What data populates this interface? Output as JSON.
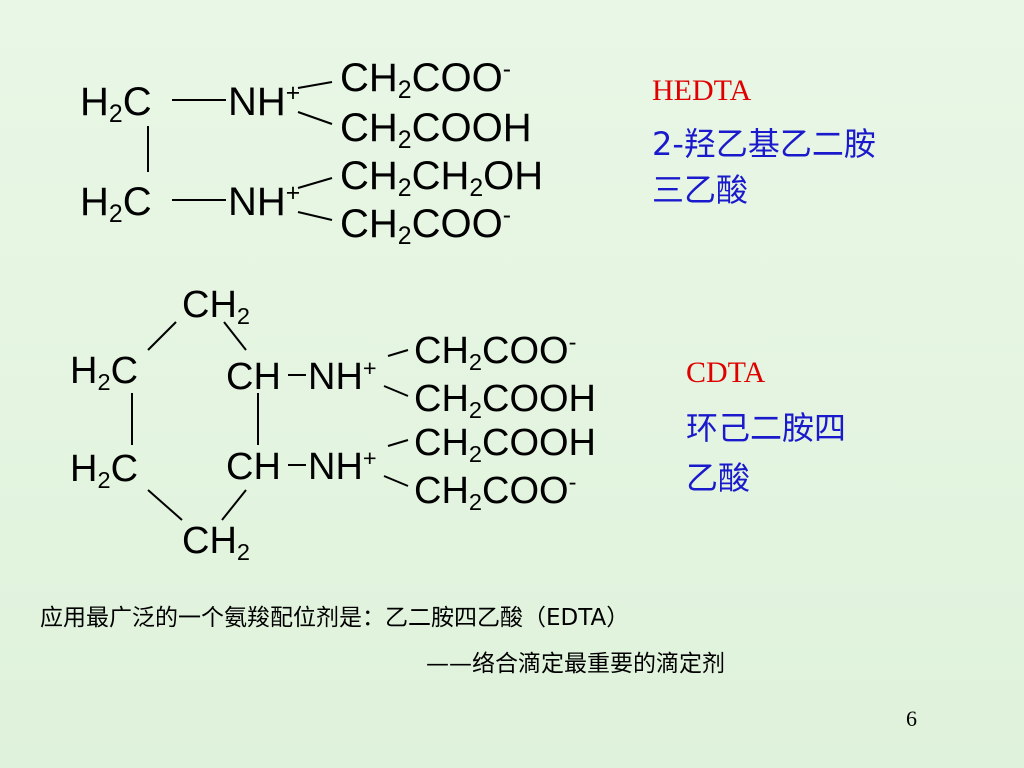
{
  "hedta": {
    "left_top": {
      "a": "H",
      "b": "2",
      "c": "C"
    },
    "left_bottom": {
      "a": "H",
      "b": "2",
      "c": "C"
    },
    "nh_top": {
      "a": "NH",
      "b": "+"
    },
    "nh_bottom": {
      "a": "NH",
      "b": "+"
    },
    "arm1": {
      "a": "CH",
      "b": "2",
      "c": "COO",
      "d": "-"
    },
    "arm2": {
      "a": "CH",
      "b": "2",
      "c": "COOH"
    },
    "arm3": {
      "a": "CH",
      "b": "2",
      "c": "CH",
      "d": "2",
      "e": "OH"
    },
    "arm4": {
      "a": "CH",
      "b": "2",
      "c": "COO",
      "d": "-"
    },
    "abbr": "HEDTA",
    "name_line1": "2-羟乙基乙二胺",
    "name_line2": "三乙酸"
  },
  "cdta": {
    "ring_top": {
      "a": "CH",
      "b": "2"
    },
    "ring_bottom": {
      "a": "CH",
      "b": "2"
    },
    "ring_left_top": {
      "a": "H",
      "b": "2",
      "c": "C"
    },
    "ring_left_bottom": {
      "a": "H",
      "b": "2",
      "c": "C"
    },
    "ring_ch_top": "CH",
    "ring_ch_bottom": "CH",
    "nh_top": {
      "a": "NH",
      "b": "+"
    },
    "nh_bottom": {
      "a": "NH",
      "b": "+"
    },
    "arm1": {
      "a": "CH",
      "b": "2",
      "c": "COO",
      "d": "-"
    },
    "arm2": {
      "a": "CH",
      "b": "2",
      "c": "COOH"
    },
    "arm3": {
      "a": "CH",
      "b": "2",
      "c": "COOH"
    },
    "arm4": {
      "a": "CH",
      "b": "2",
      "c": "COO",
      "d": "-"
    },
    "abbr": "CDTA",
    "name_line1": "环己二胺四",
    "name_line2": "乙酸"
  },
  "footer": {
    "line1": "应用最广泛的一个氨羧配位剂是：乙二胺四乙酸（EDTA）",
    "line2": "——络合滴定最重要的滴定剂"
  },
  "page_number": "6"
}
